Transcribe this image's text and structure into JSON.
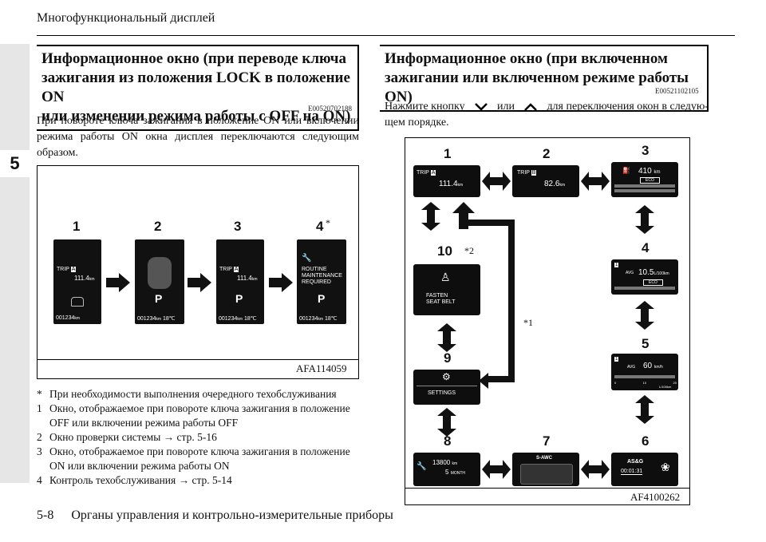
{
  "header": {
    "title": "Многофункциональный дисплей",
    "chapter": "5"
  },
  "left": {
    "title_lines": [
      "Информационное окно (при переводе ключа",
      "зажигания из положения LOCK в положение ON",
      "или изменении режима работы с OFF на ON)"
    ],
    "code": "E00520702188",
    "paragraph": "При повороте ключа зажигания в положение ON или включении режима работы ON окна дисплея переключаются следующим образом.",
    "figure": {
      "labels": [
        "1",
        "2",
        "3",
        "4"
      ],
      "star": "*",
      "figcode": "AFA114059",
      "trip": "TRIP",
      "trip_badge": "A",
      "trip_value": "111.4",
      "trip_unit": "km",
      "odo": "001234",
      "odo_unit": "km",
      "temp": "18℃",
      "gear": "P",
      "maint_lines": [
        "ROUTINE",
        "MAINTENANCE",
        "REQUIRED"
      ]
    },
    "notes": [
      {
        "k": "*",
        "text": "При необходимости выполнения очередного техобслуживания"
      },
      {
        "k": "1",
        "text": "Окно, отображаемое при повороте ключа зажигания в положение OFF или включении режима работы OFF"
      },
      {
        "k": "2",
        "text": "Окно проверки системы → стр. 5-16"
      },
      {
        "k": "3",
        "text": "Окно, отображаемое при повороте ключа зажигания в положение ON или включении режима работы ON"
      },
      {
        "k": "4",
        "text": "Контроль техобслуживания → стр. 5-14"
      }
    ]
  },
  "right": {
    "title_lines": [
      "Информационное окно (при включенном",
      "зажигании или включенном режиме работы ON)"
    ],
    "code": "E00521102105",
    "para_line1_a": "Нажмите кнопку",
    "para_line1_b": "или",
    "para_line1_c": "для переключения окон в следую-",
    "para_line2": "щем порядке.",
    "figure": {
      "labels": [
        "1",
        "2",
        "3",
        "4",
        "5",
        "6",
        "7",
        "8",
        "9",
        "10"
      ],
      "star2": "*2",
      "star1": "*1",
      "figcode": "AF4100262",
      "s1": {
        "trip": "TRIP",
        "badge": "A",
        "value": "111.4",
        "unit": "km"
      },
      "s2": {
        "trip": "TRIP",
        "badge": "B",
        "value": "82.6",
        "unit": "km"
      },
      "s3": {
        "value": "410",
        "unit": "km",
        "eco": "ECO"
      },
      "s4": {
        "badge": "1",
        "avg": "AVG",
        "value": "10.5",
        "unit": "L/100km",
        "eco": "ECO"
      },
      "s5": {
        "badge": "1",
        "avg": "AVG",
        "value": "60",
        "unit": "km/h",
        "ticks": [
          "0",
          "10",
          "20"
        ],
        "tick_unit": "L/100km"
      },
      "s6": {
        "label": "AS&G",
        "time": "00:01:31"
      },
      "s7": {
        "label": "S-AWC"
      },
      "s8": {
        "km": "13800",
        "km_unit": "km",
        "month": "5",
        "month_unit": "MONTH"
      },
      "s9": {
        "label": "SETTINGS"
      },
      "s10": {
        "line1": "FASTEN",
        "line2": "SEAT BELT"
      }
    }
  },
  "footer": {
    "page": "5-8",
    "text": "Органы управления и контрольно-измерительные приборы"
  }
}
